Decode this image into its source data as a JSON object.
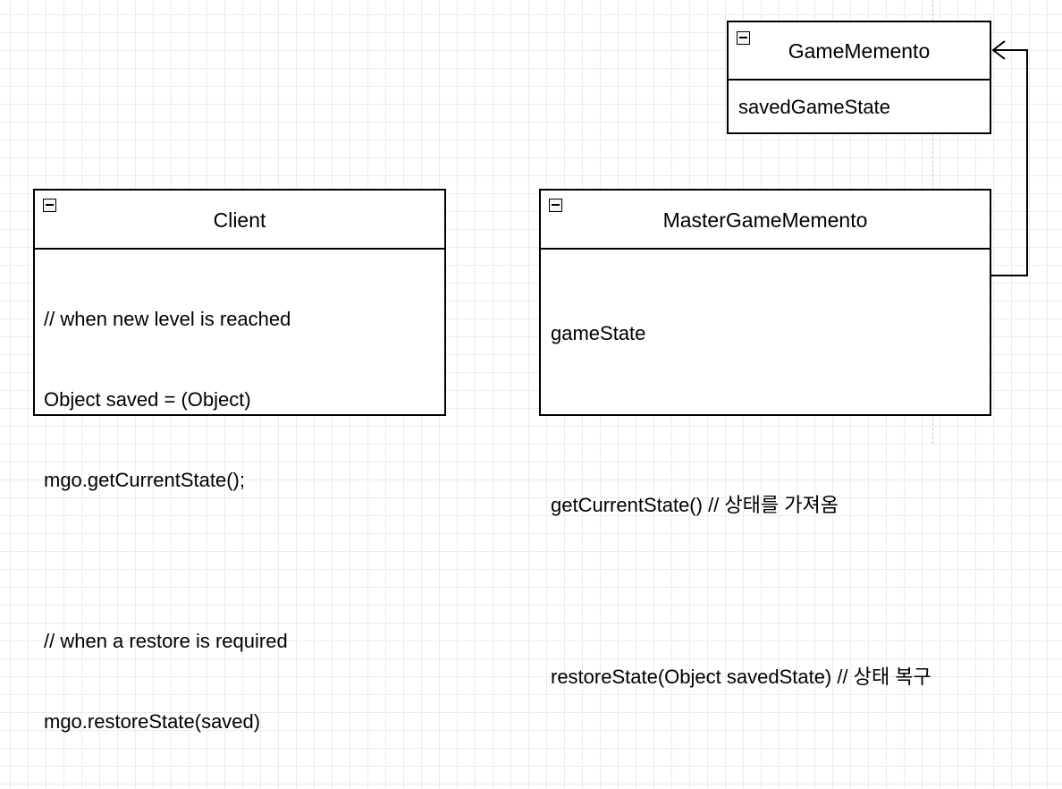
{
  "game_memento": {
    "title": "GameMemento",
    "attributes": [
      "savedGameState"
    ]
  },
  "client": {
    "title": "Client",
    "lines": [
      "// when new level is reached",
      "Object saved = (Object)",
      "mgo.getCurrentState();",
      "",
      "// when a restore is required",
      "mgo.restoreState(saved)"
    ]
  },
  "master_game_memento": {
    "title": "MasterGameMemento",
    "members": [
      "gameState",
      "",
      "getCurrentState() // 상태를 가져옴",
      "",
      "restoreState(Object savedState) // 상태 복구"
    ]
  },
  "connector": {
    "from": "MasterGameMemento",
    "to": "GameMemento",
    "arrow": "open-arrow"
  }
}
